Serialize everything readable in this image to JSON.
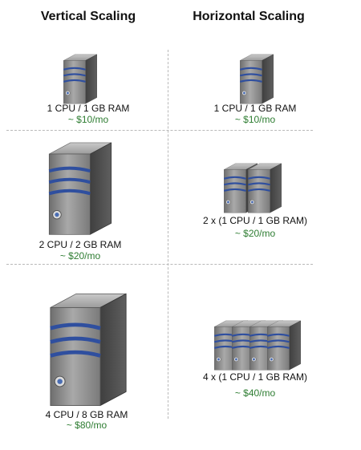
{
  "columns": {
    "vertical_title": "Vertical Scaling",
    "horizontal_title": "Horizontal Scaling"
  },
  "vertical": [
    {
      "spec": "1 CPU / 1 GB RAM",
      "price": "~ $10/mo"
    },
    {
      "spec": "2 CPU / 2 GB RAM",
      "price": "~ $20/mo"
    },
    {
      "spec": "4 CPU / 8 GB RAM",
      "price": "~ $80/mo"
    }
  ],
  "horizontal": [
    {
      "spec": "1 CPU / 1 GB RAM",
      "price": "~ $10/mo"
    },
    {
      "spec": "2 x (1 CPU / 1 GB RAM)",
      "price": "~ $20/mo"
    },
    {
      "spec": "4 x (1 CPU / 1 GB RAM)",
      "price": "~ $40/mo"
    }
  ],
  "colors": {
    "price": "#2e7d32",
    "server_body": "#8a8a8a",
    "server_stripe": "#2f4f9f"
  },
  "icons": {
    "server": "server-tower-icon"
  }
}
